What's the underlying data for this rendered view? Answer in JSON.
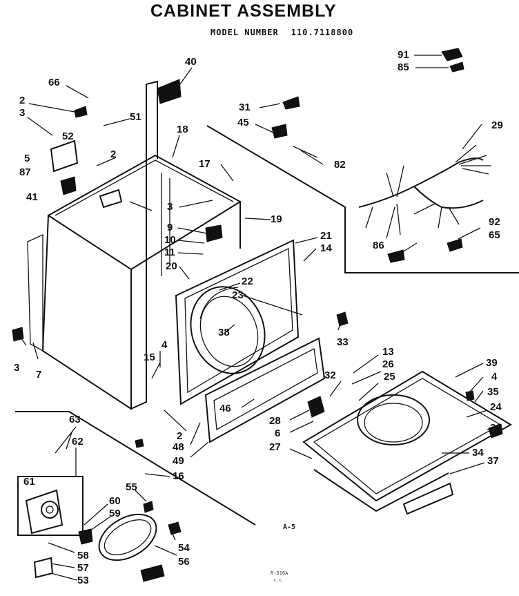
{
  "title": "CABINET ASSEMBLY",
  "model_label": "MODEL NUMBER",
  "model_number": "110.7118800",
  "page_ref": "A-5",
  "footer_code": "R-316A",
  "footer_code_sub": "c.c",
  "part_labels": {
    "p91": "91",
    "p85": "85",
    "p40": "40",
    "p66": "66",
    "p2a": "2",
    "p3a": "3",
    "p51": "51",
    "p52": "52",
    "p5": "5",
    "p87": "87",
    "p18": "18",
    "p2b": "2",
    "p41": "41",
    "p31": "31",
    "p45": "45",
    "p82": "82",
    "p29": "29",
    "p17": "17",
    "p3b": "3",
    "p19": "19",
    "p9": "9",
    "p10": "10",
    "p11": "11",
    "p20": "20",
    "p21": "21",
    "p14": "14",
    "p22": "22",
    "p23": "23",
    "p38": "38",
    "p86": "86",
    "p92": "92",
    "p65": "65",
    "p33": "33",
    "p3c": "3",
    "p7": "7",
    "p4a": "4",
    "p15": "15",
    "p13": "13",
    "p26": "26",
    "p25": "25",
    "p32": "32",
    "p39": "39",
    "p4b": "4",
    "p35": "35",
    "p24": "24",
    "p36": "36",
    "p46": "46",
    "p28": "28",
    "p6": "6",
    "p27": "27",
    "p34": "34",
    "p37": "37",
    "p2c": "2",
    "p48": "48",
    "p49": "49",
    "p16": "16",
    "p63": "63",
    "p62": "62",
    "p61": "61",
    "p55": "55",
    "p60": "60",
    "p59": "59",
    "p58": "58",
    "p57": "57",
    "p53": "53",
    "p54": "54",
    "p56": "56"
  }
}
